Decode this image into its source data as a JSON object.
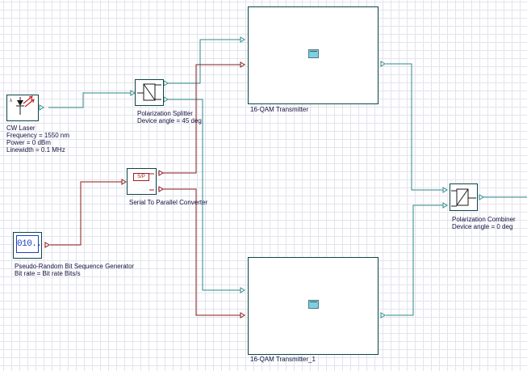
{
  "components": {
    "cw_laser": {
      "name": "CW Laser",
      "params": [
        "Frequency = 1550  nm",
        "Power = 0  dBm",
        "Linewidth = 0.1  MHz"
      ]
    },
    "polarization_splitter": {
      "name": "Polarization Splitter",
      "params": [
        "Device angle = 45  deg"
      ]
    },
    "serial_parallel": {
      "name": "Serial To Parallel Converter",
      "icon_text": "S/P"
    },
    "prbs": {
      "name": "Pseudo-Random Bit Sequence Generator",
      "params": [
        "Bit rate = Bit rate  Bits/s"
      ],
      "icon_text": "010.."
    },
    "qam_tx_1": {
      "name": "16-QAM Transmitter"
    },
    "qam_tx_2": {
      "name": "16-QAM Transmitter_1"
    },
    "polarization_combiner": {
      "name": "Polarization Combiner",
      "params": [
        "Device angle = 0  deg"
      ]
    }
  },
  "colors": {
    "optical_wire": "#2e8a8a",
    "electrical_wire": "#8a1a1a",
    "component_border": "#0d4545",
    "label_text": "#101040"
  }
}
